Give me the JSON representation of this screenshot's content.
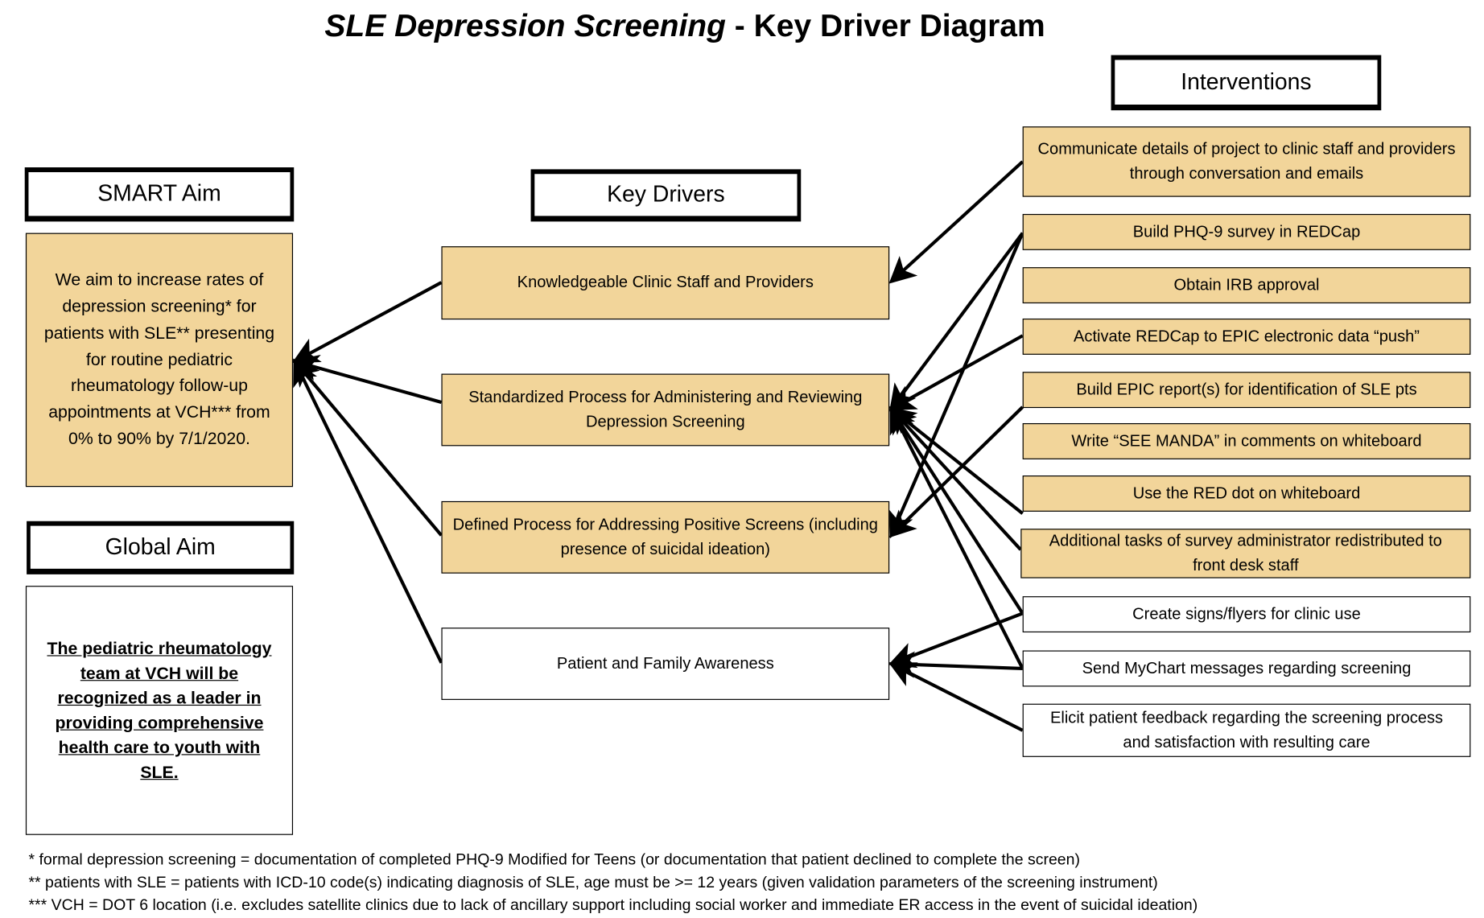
{
  "title": {
    "italic": "SLE Depression Screening",
    "rest": " - Key Driver Diagram"
  },
  "headers": {
    "smart_aim": "SMART Aim",
    "global_aim": "Global Aim",
    "key_drivers": "Key Drivers",
    "interventions": "Interventions"
  },
  "smart_aim_text": "We aim to increase rates of depression screening* for patients with SLE** presenting for routine pediatric rheumatology follow-up appointments at VCH*** from 0% to 90% by 7/1/2020.",
  "global_aim_text": "The pediatric rheumatology team at VCH will be recognized as a leader in providing comprehensive health care to youth with SLE.",
  "colors": {
    "highlight": "#f2d59a",
    "plain": "#ffffff",
    "line": "#000000"
  },
  "key_drivers": [
    {
      "id": "kd1",
      "label": "Knowledgeable Clinic Staff and Providers",
      "fill": "tan"
    },
    {
      "id": "kd2",
      "label": "Standardized Process for Administering and Reviewing Depression Screening",
      "fill": "tan"
    },
    {
      "id": "kd3",
      "label": "Defined Process for Addressing Positive Screens (including presence of suicidal ideation)",
      "fill": "tan"
    },
    {
      "id": "kd4",
      "label": "Patient and Family Awareness",
      "fill": "white"
    }
  ],
  "interventions": [
    {
      "id": "i1",
      "label": "Communicate details of project to clinic staff and providers through conversation and emails",
      "fill": "tan"
    },
    {
      "id": "i2",
      "label": "Build PHQ-9 survey in REDCap",
      "fill": "tan"
    },
    {
      "id": "i3",
      "label": "Obtain IRB approval",
      "fill": "tan"
    },
    {
      "id": "i4",
      "label": "Activate REDCap to EPIC electronic data “push”",
      "fill": "tan"
    },
    {
      "id": "i5",
      "label": "Build EPIC report(s) for identification of SLE pts",
      "fill": "tan"
    },
    {
      "id": "i6",
      "label": "Write “SEE MANDA” in comments on whiteboard",
      "fill": "tan"
    },
    {
      "id": "i7",
      "label": "Use the RED dot on whiteboard",
      "fill": "tan"
    },
    {
      "id": "i8",
      "label": "Additional tasks of survey administrator redistributed to front desk staff",
      "fill": "tan"
    },
    {
      "id": "i9",
      "label": "Create signs/flyers for clinic use",
      "fill": "white"
    },
    {
      "id": "i10",
      "label": "Send MyChart messages regarding screening",
      "fill": "white"
    },
    {
      "id": "i11",
      "label": "Elicit patient feedback regarding the screening process and satisfaction with resulting care",
      "fill": "white"
    }
  ],
  "connections": [
    {
      "from": "kd1",
      "to": "smart"
    },
    {
      "from": "kd2",
      "to": "smart"
    },
    {
      "from": "kd3",
      "to": "smart"
    },
    {
      "from": "kd4",
      "to": "smart"
    },
    {
      "from": "i1",
      "to": "kd1"
    },
    {
      "from": "i2",
      "to": "kd2"
    },
    {
      "from": "i2",
      "to": "kd3"
    },
    {
      "from": "i4",
      "to": "kd2"
    },
    {
      "from": "i5",
      "to": "kd3"
    },
    {
      "from": "i7",
      "to": "kd2"
    },
    {
      "from": "i8",
      "to": "kd2"
    },
    {
      "from": "i9",
      "to": "kd2"
    },
    {
      "from": "i9",
      "to": "kd4"
    },
    {
      "from": "i10",
      "to": "kd2"
    },
    {
      "from": "i10",
      "to": "kd4"
    },
    {
      "from": "i11",
      "to": "kd4"
    }
  ],
  "footnotes": [
    "* formal depression screening = documentation of completed PHQ-9 Modified for Teens (or documentation that patient declined to complete the screen)",
    "** patients with SLE = patients with ICD-10 code(s) indicating diagnosis of SLE, age must be >= 12 years (given validation parameters of the screening instrument)",
    "*** VCH = DOT 6 location (i.e. excludes satellite clinics due to lack of ancillary support including social worker and immediate ER access in the event of suicidal ideation)"
  ]
}
